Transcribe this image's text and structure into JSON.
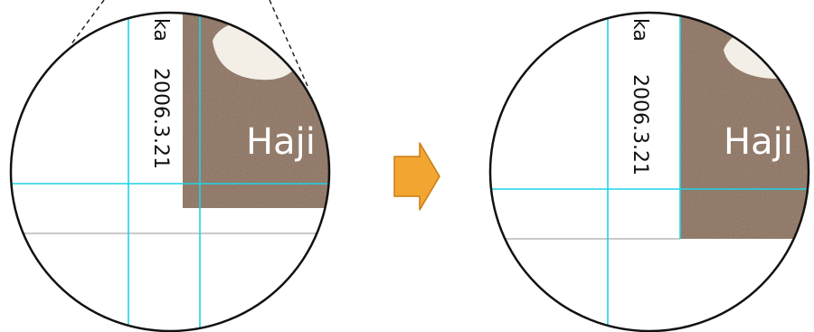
{
  "before_panel": {
    "vertical_text_top": "ka",
    "vertical_text_date": "2006.3.21",
    "photo_caption": "Haji"
  },
  "after_panel": {
    "vertical_text_top": "ka",
    "vertical_text_date": "2006.3.21",
    "photo_caption": "Haji"
  },
  "colors": {
    "guide_line": "#1fd3e6",
    "arrow": "#f2a531",
    "arrow_edge": "#c77d12",
    "photo": "#8a6e5a",
    "circle": "#111111",
    "callout_dash": "#222222"
  },
  "icons": {
    "arrow": "right-arrow-icon"
  }
}
